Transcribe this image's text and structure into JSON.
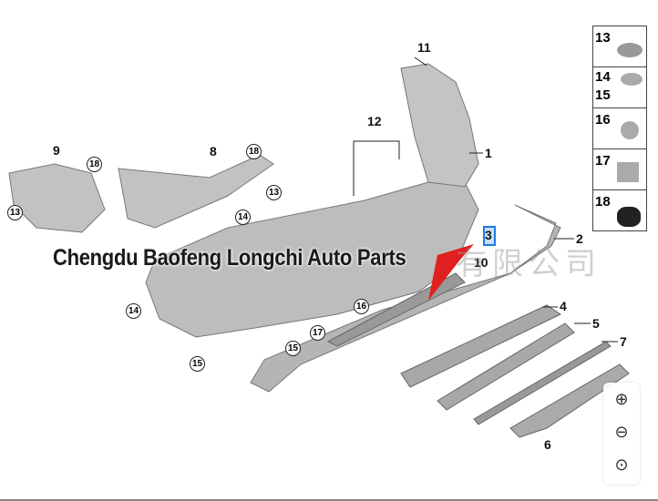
{
  "diagram": {
    "part_labels": [
      "1",
      "2",
      "3",
      "4",
      "5",
      "6",
      "7",
      "8",
      "9",
      "10",
      "11",
      "12"
    ],
    "circled_labels": [
      "13",
      "14",
      "15",
      "16",
      "17",
      "18"
    ],
    "legend": [
      {
        "label": "13"
      },
      {
        "label": "14",
        "sub": "15"
      },
      {
        "label": "16"
      },
      {
        "label": "17"
      },
      {
        "label": "18"
      }
    ]
  },
  "watermark": {
    "company": "Chengdu Baofeng Longchi Auto Parts",
    "chinese": "有限公司"
  },
  "zoom_controls": {
    "zoom_in": "⊕",
    "zoom_out": "⊖",
    "reset": "⊙"
  },
  "colors": {
    "part": "#b9b9b9",
    "highlight": "#1e7be0",
    "arrow": "#e02020"
  }
}
